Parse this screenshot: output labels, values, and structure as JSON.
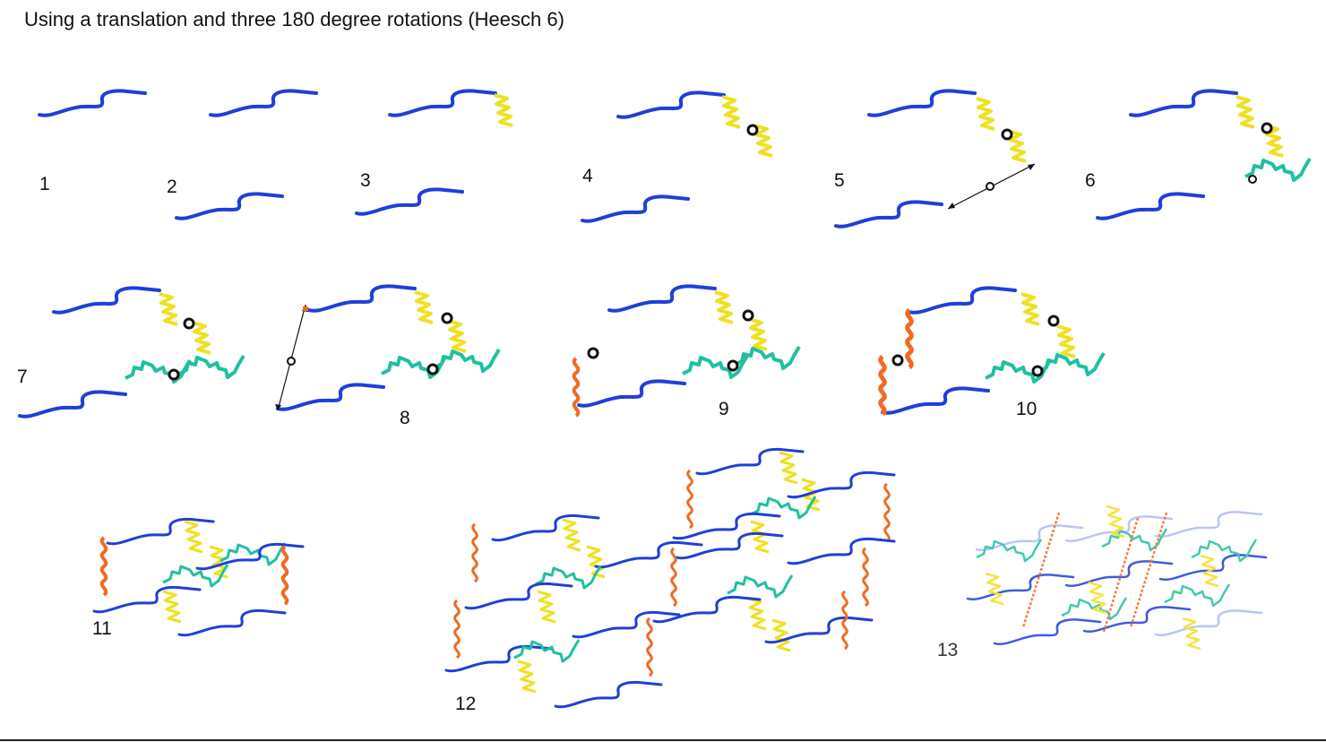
{
  "title": "Using a translation and three 180 degree rotations  (Heesch 6)",
  "colors": {
    "blue": "#1f3fd9",
    "yellow": "#f0e020",
    "teal": "#20c0a0",
    "orange": "#f06a20",
    "marker": "#111111"
  },
  "steps": [
    "1",
    "2",
    "3",
    "4",
    "5",
    "6",
    "7",
    "8",
    "9",
    "10",
    "11",
    "12",
    "13"
  ]
}
